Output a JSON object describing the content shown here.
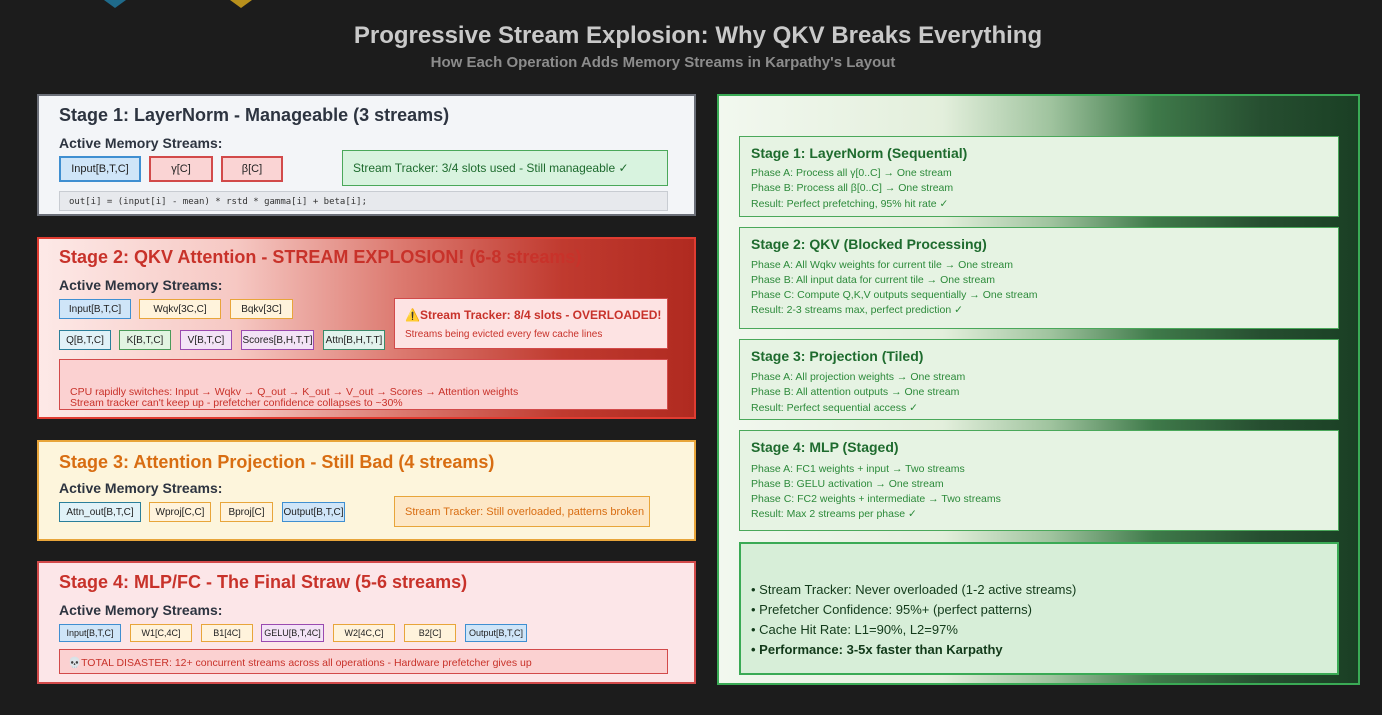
{
  "title": "Progressive Stream Explosion: Why QKV Breaks Everything",
  "subtitle": "How Each Operation Adds Memory Streams in Karpathy's Layout",
  "active_label": "Active Memory Streams:",
  "stage1": {
    "title": "Stage 1: LayerNorm - Manageable (3 streams)",
    "chips": [
      "Input[B,T,C]",
      "γ[C]",
      "β[C]"
    ],
    "tracker": "Stream Tracker: 3/4 slots used - Still manageable ✓",
    "code": "out[i] = (input[i] - mean) * rstd * gamma[i] + beta[i];"
  },
  "stage2": {
    "title": "Stage 2: QKV Attention - STREAM EXPLOSION! (6-8 streams)",
    "chips_row1": [
      "Input[B,T,C]",
      "Wqkv[3C,C]",
      "Bqkv[3C]"
    ],
    "chips_row2": [
      "Q[B,T,C]",
      "K[B,T,C]",
      "V[B,T,C]",
      "Scores[B,H,T,T]",
      "Attn[B,H,T,T]"
    ],
    "tracker_title": "⚠️Stream Tracker: 8/4 slots - OVERLOADED!",
    "tracker_sub": "Streams being evicted every few cache lines",
    "note1": "CPU rapidly switches: Input → Wqkv → Q_out → K_out → V_out → Scores → Attention weights",
    "note2": "Stream tracker can't keep up - prefetcher confidence collapses to ~30%"
  },
  "stage3": {
    "title": "Stage 3: Attention Projection - Still Bad (4 streams)",
    "chips": [
      "Attn_out[B,T,C]",
      "Wproj[C,C]",
      "Bproj[C]",
      "Output[B,T,C]"
    ],
    "tracker": "Stream Tracker: Still overloaded, patterns broken"
  },
  "stage4": {
    "title": "Stage 4: MLP/FC - The Final Straw (5-6 streams)",
    "chips": [
      "Input[B,T,C]",
      "W1[C,4C]",
      "B1[4C]",
      "GELU[B,T,4C]",
      "W2[4C,C]",
      "B2[C]",
      "Output[B,T,C]"
    ],
    "disaster": "💀TOTAL DISASTER: 12+ concurrent streams across all operations - Hardware prefetcher gives up"
  },
  "right": {
    "boxes": [
      {
        "title": "Stage 1: LayerNorm (Sequential)",
        "lines": [
          "Phase A: Process all γ[0..C] → One stream",
          "Phase B: Process all β[0..C] → One stream",
          "Result: Perfect prefetching, 95% hit rate ✓"
        ]
      },
      {
        "title": "Stage 2: QKV (Blocked Processing)",
        "lines": [
          "Phase A: All Wqkv weights for current tile → One stream",
          "Phase B: All input data for current tile → One stream",
          "Phase C: Compute Q,K,V outputs sequentially → One stream",
          "Result: 2-3 streams max, perfect prediction ✓"
        ]
      },
      {
        "title": "Stage 3: Projection (Tiled)",
        "lines": [
          "Phase A: All projection weights → One stream",
          "Phase B: All attention outputs → One stream",
          "Result: Perfect sequential access ✓"
        ]
      },
      {
        "title": "Stage 4: MLP (Staged)",
        "lines": [
          "Phase A: FC1 weights + input → Two streams",
          "Phase B: GELU activation → One stream",
          "Phase C: FC2 weights + intermediate → Two streams",
          "Result: Max 2 streams per phase ✓"
        ]
      }
    ],
    "perf": [
      "• Stream Tracker: Never overloaded (1-2 active streams)",
      "• Prefetcher Confidence: 95%+ (perfect patterns)",
      "• Cache Hit Rate: L1=90%, L2=97%",
      "• Performance: 3-5x faster than Karpathy"
    ]
  }
}
